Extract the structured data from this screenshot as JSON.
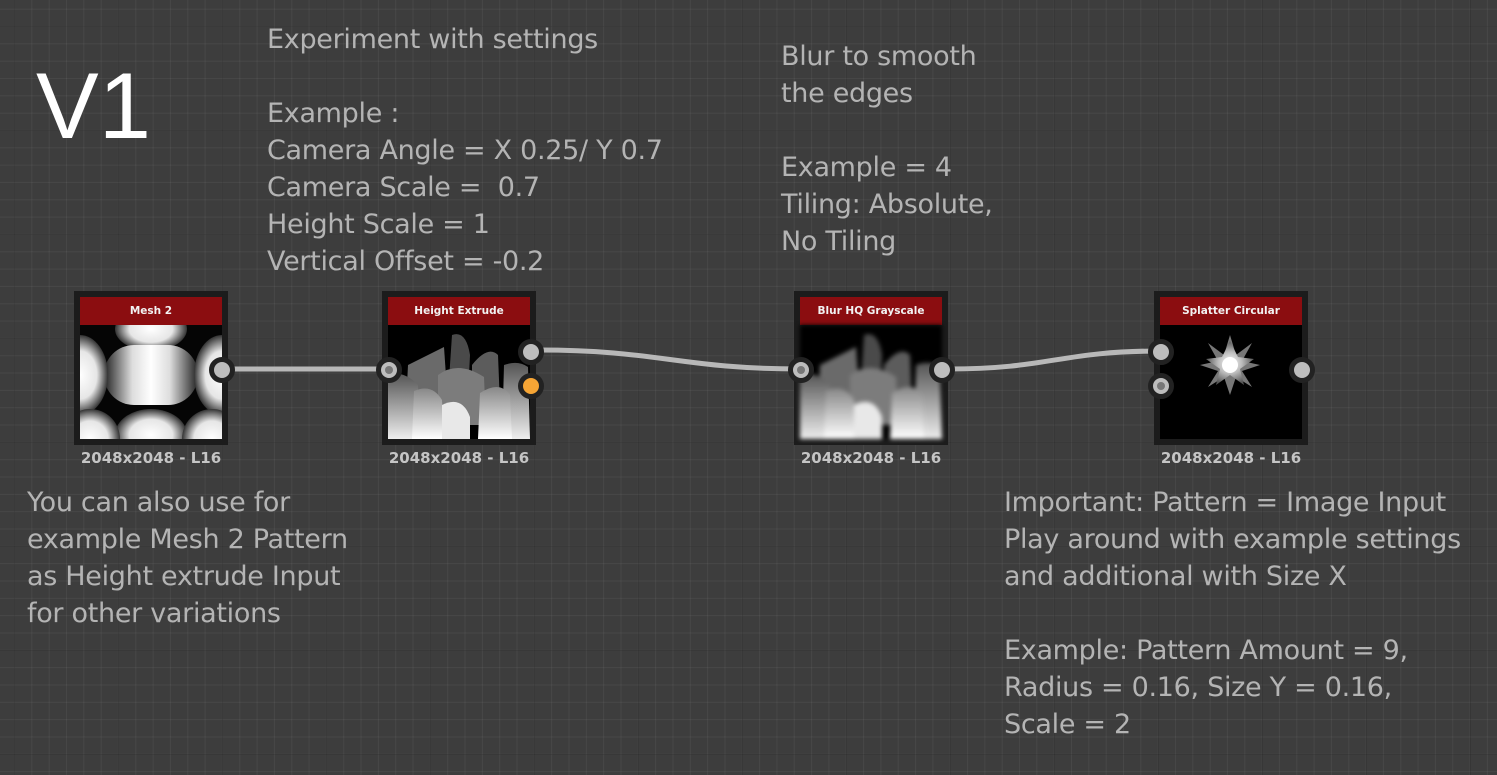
{
  "canvas": {
    "background": "#3d3d3d",
    "header_color": "#8b0d10",
    "wire_color": "#b8b8b8",
    "accent_port_color": "#f6a535"
  },
  "title": "V1",
  "comments": {
    "height_extrude_note": "Experiment with settings\n\nExample :\nCamera Angle = X 0.25/ Y 0.7\nCamera Scale =  0.7\nHeight Scale = 1\nVertical Offset = -0.2",
    "blur_note": "Blur to smooth\nthe edges\n\nExample = 4\nTiling: Absolute,\nNo Tiling",
    "mesh_note": "You can also use for\nexample Mesh 2 Pattern\nas Height extrude Input\nfor other variations",
    "splatter_note": "Important: Pattern = Image Input\nPlay around with example settings\nand additional with Size X\n\nExample: Pattern Amount = 9,\nRadius = 0.16, Size Y = 0.16,\nScale = 2"
  },
  "nodes": [
    {
      "id": "mesh2",
      "title": "Mesh 2",
      "resolution": "2048x2048 - L16",
      "thumbnail": "mesh-pattern"
    },
    {
      "id": "height_extrude",
      "title": "Height Extrude",
      "resolution": "2048x2048 - L16",
      "thumbnail": "extruded-shapes"
    },
    {
      "id": "blur_hq",
      "title": "Blur HQ Grayscale",
      "resolution": "2048x2048 - L16",
      "thumbnail": "blurred-extruded-shapes"
    },
    {
      "id": "splatter",
      "title": "Splatter Circular",
      "resolution": "2048x2048 - L16",
      "thumbnail": "circular-splatter-flower"
    }
  ],
  "connections": [
    {
      "from": "mesh2.output",
      "to": "height_extrude.input"
    },
    {
      "from": "height_extrude.output",
      "to": "blur_hq.input"
    },
    {
      "from": "blur_hq.output",
      "to": "splatter.pattern_input"
    }
  ]
}
